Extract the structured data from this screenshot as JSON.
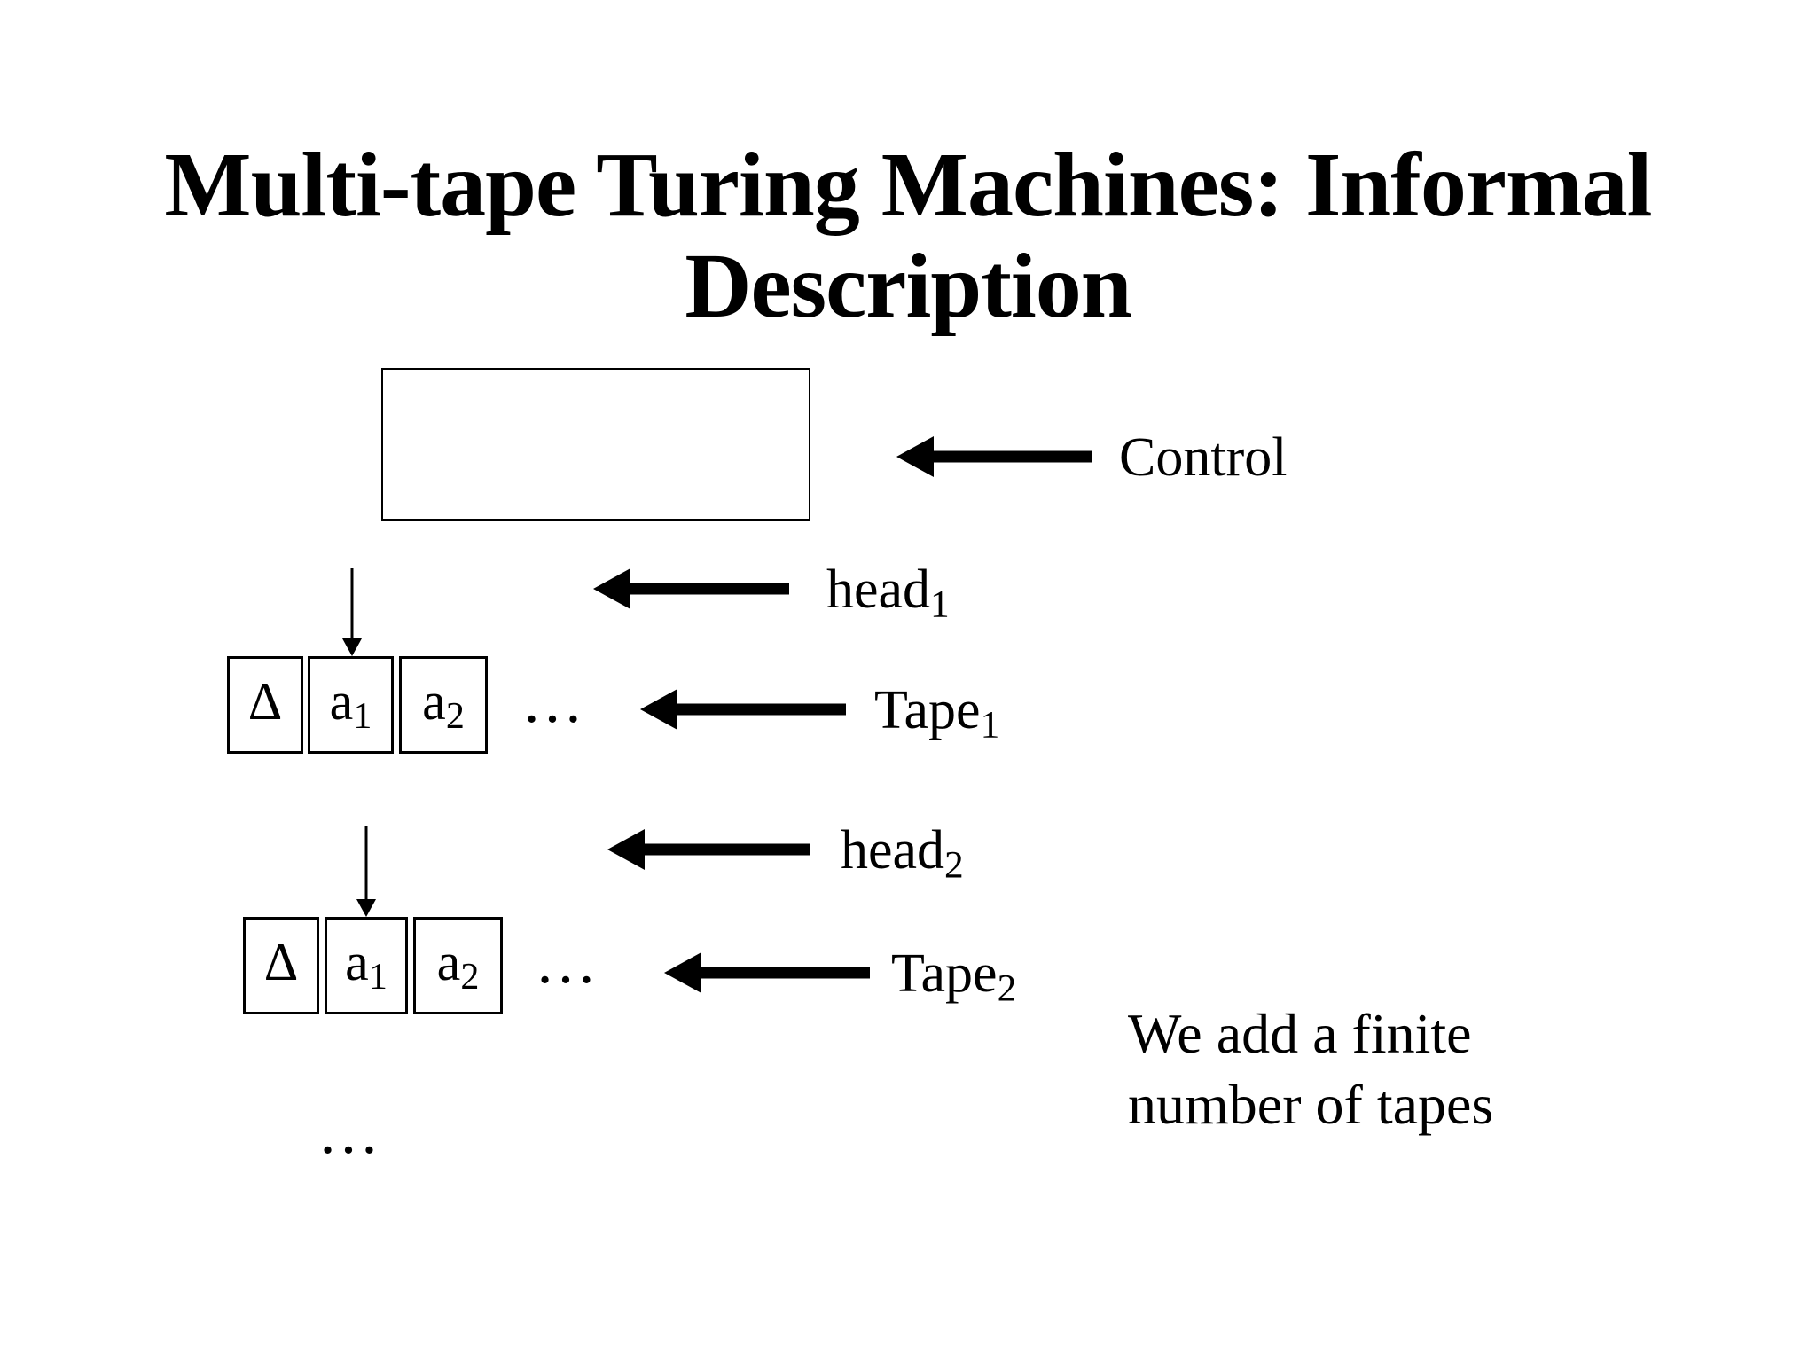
{
  "slide": {
    "colors": {
      "ink": "#000000",
      "background": "#ffffff"
    },
    "title": {
      "line1": "Multi-tape Turing Machines: Informal",
      "line2": "Description"
    },
    "control": {
      "label": "Control"
    },
    "heads": {
      "head1": {
        "base": "head",
        "sub": "1"
      },
      "head2": {
        "base": "head",
        "sub": "2"
      }
    },
    "tapes": {
      "tape1": {
        "label": {
          "base": "Tape",
          "sub": "1"
        },
        "cells": [
          {
            "base": "Δ",
            "sub": ""
          },
          {
            "base": "a",
            "sub": "1"
          },
          {
            "base": "a",
            "sub": "2"
          }
        ],
        "ellipsis": "…"
      },
      "tape2": {
        "label": {
          "base": "Tape",
          "sub": "2"
        },
        "cells": [
          {
            "base": "Δ",
            "sub": ""
          },
          {
            "base": "a",
            "sub": "1"
          },
          {
            "base": "a",
            "sub": "2"
          }
        ],
        "ellipsis": "…"
      }
    },
    "note": {
      "line1": "We add a finite",
      "line2": "number of tapes"
    },
    "more_tapes_ellipsis": "…"
  }
}
